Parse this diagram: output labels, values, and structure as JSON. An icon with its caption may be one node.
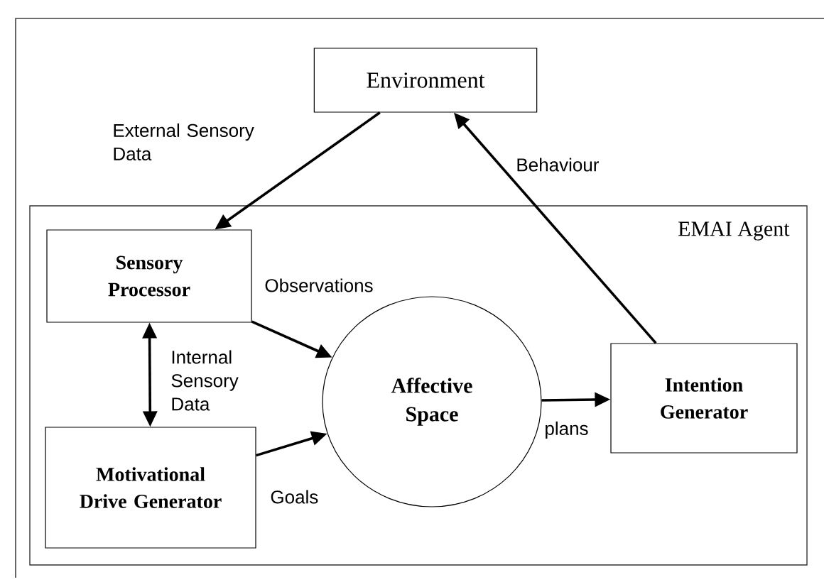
{
  "diagram": {
    "nodes": [
      {
        "text": [
          "Environment"
        ]
      },
      {
        "text": [
          "EMAI Agent"
        ]
      },
      {
        "text": [
          "Sensory Processor"
        ],
        "in": 1
      },
      {
        "text": [
          "Motivational Drive Generator"
        ],
        "in": 1
      },
      {
        "text": [
          "Affective Space"
        ],
        "in": 1
      },
      {
        "text": [
          "Intention Generator"
        ],
        "in": 1
      }
    ],
    "edges": [
      {
        "from": 0,
        "to": 2,
        "arrow": "to",
        "label": "External Sensory Data"
      },
      {
        "from": 5,
        "to": 0,
        "arrow": "to",
        "label": "Behaviour"
      },
      {
        "from": 2,
        "to": 4,
        "arrow": "to",
        "label": "Observations"
      },
      {
        "from": 2,
        "to": 3,
        "arrow": "both",
        "label": "Internal Sensory Data"
      },
      {
        "from": 3,
        "to": 4,
        "arrow": "to",
        "label": "Goals"
      },
      {
        "from": 4,
        "to": 5,
        "arrow": "to",
        "label": "plans"
      }
    ]
  }
}
